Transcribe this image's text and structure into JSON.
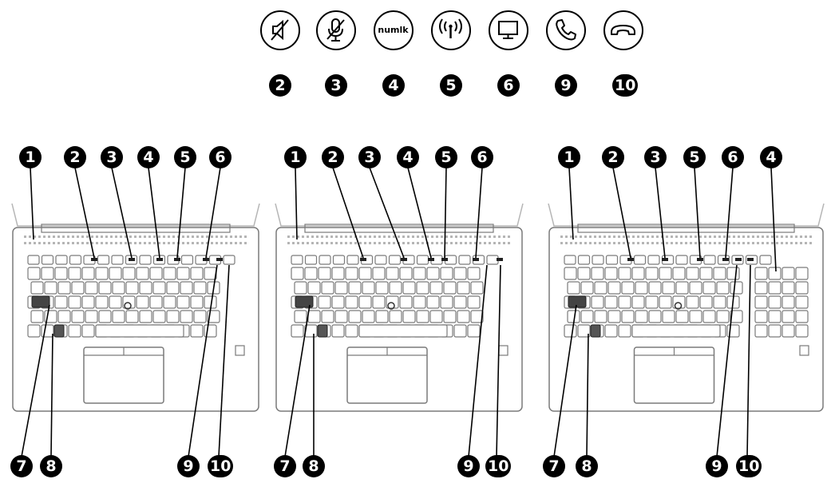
{
  "legend": [
    {
      "number": "2",
      "icon": "speaker-mute-icon"
    },
    {
      "number": "3",
      "icon": "microphone-mute-icon"
    },
    {
      "number": "4",
      "icon": "num-lock-icon",
      "icon_text": "numlk"
    },
    {
      "number": "5",
      "icon": "wireless-icon"
    },
    {
      "number": "6",
      "icon": "display-icon"
    },
    {
      "number": "9",
      "icon": "call-answer-icon"
    },
    {
      "number": "10",
      "icon": "call-end-icon"
    }
  ],
  "keyboards": [
    {
      "top_callouts": [
        "1",
        "2",
        "3",
        "4",
        "5",
        "6"
      ],
      "bottom_callouts": [
        "7",
        "8",
        "9",
        "10"
      ]
    },
    {
      "top_callouts": [
        "1",
        "2",
        "3",
        "4",
        "5",
        "6"
      ],
      "bottom_callouts": [
        "7",
        "8",
        "9",
        "10"
      ]
    },
    {
      "top_callouts": [
        "1",
        "2",
        "3",
        "5",
        "6",
        "4"
      ],
      "bottom_callouts": [
        "7",
        "8",
        "9",
        "10"
      ]
    }
  ]
}
